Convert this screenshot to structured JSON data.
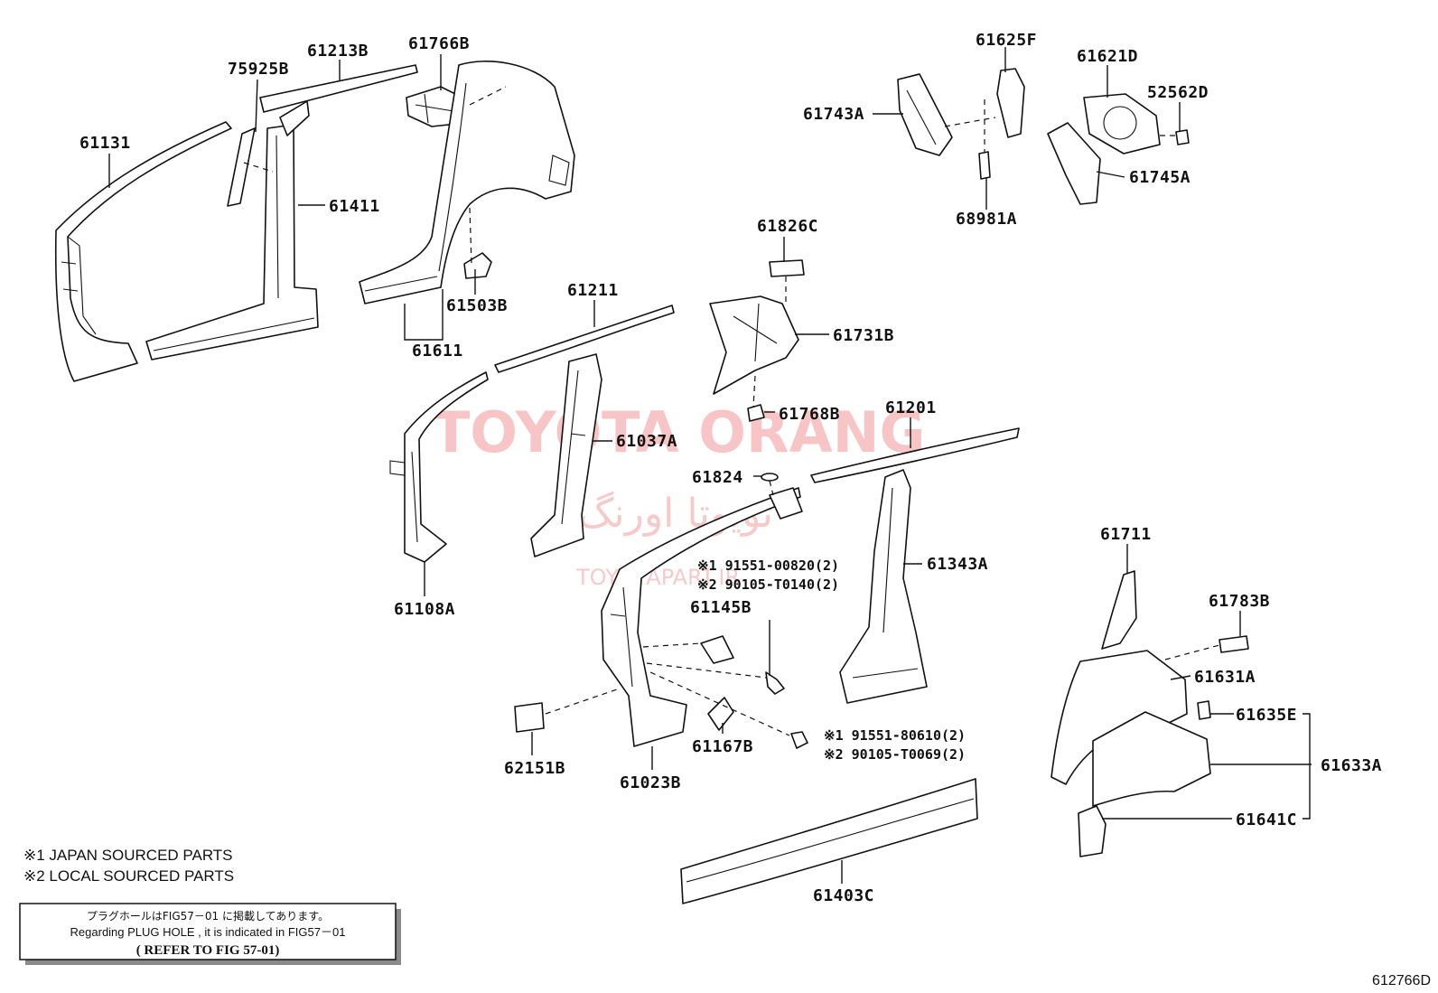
{
  "parts": {
    "p61131": "61131",
    "p75925B": "75925B",
    "p61213B": "61213B",
    "p61766B": "61766B",
    "p61411": "61411",
    "p61503B": "61503B",
    "p61611": "61611",
    "p61625F": "61625F",
    "p61621D": "61621D",
    "p52562D": "52562D",
    "p61743A": "61743A",
    "p61745A": "61745A",
    "p68981A": "68981A",
    "p61826C": "61826C",
    "p61731B": "61731B",
    "p61768B": "61768B",
    "p61211": "61211",
    "p61037A": "61037A",
    "p61108A": "61108A",
    "p61201": "61201",
    "p61824": "61824",
    "p61343A": "61343A",
    "p61145B": "61145B",
    "p61167B": "61167B",
    "p62151B": "62151B",
    "p61023B": "61023B",
    "p61403C": "61403C",
    "p61711": "61711",
    "p61783B": "61783B",
    "p61631A": "61631A",
    "p61635E": "61635E",
    "p61633A": "61633A",
    "p61641C": "61641C"
  },
  "fasteners": {
    "upper_1": "※1 91551-00820(2)",
    "upper_2": "※2 90105-T0140(2)",
    "lower_1": "※1 91551-80610(2)",
    "lower_2": "※2 90105-T0069(2)"
  },
  "notes": {
    "note1": "※1 JAPAN SOURCED PARTS",
    "note2": "※2 LOCAL SOURCED PARTS"
  },
  "reference_box": {
    "line1": "プラグホールはFIG57－01 に掲載してあります。",
    "line2": "Regarding PLUG HOLE , it is indicated in FIG57－01",
    "line3": "( REFER TO FIG 57-01)"
  },
  "watermark": {
    "main": "TOYOTA ORANG",
    "farsi": "تویوتا اورنگ",
    "site": "TOYOTAPART.IR"
  },
  "figure_id": "612766D"
}
